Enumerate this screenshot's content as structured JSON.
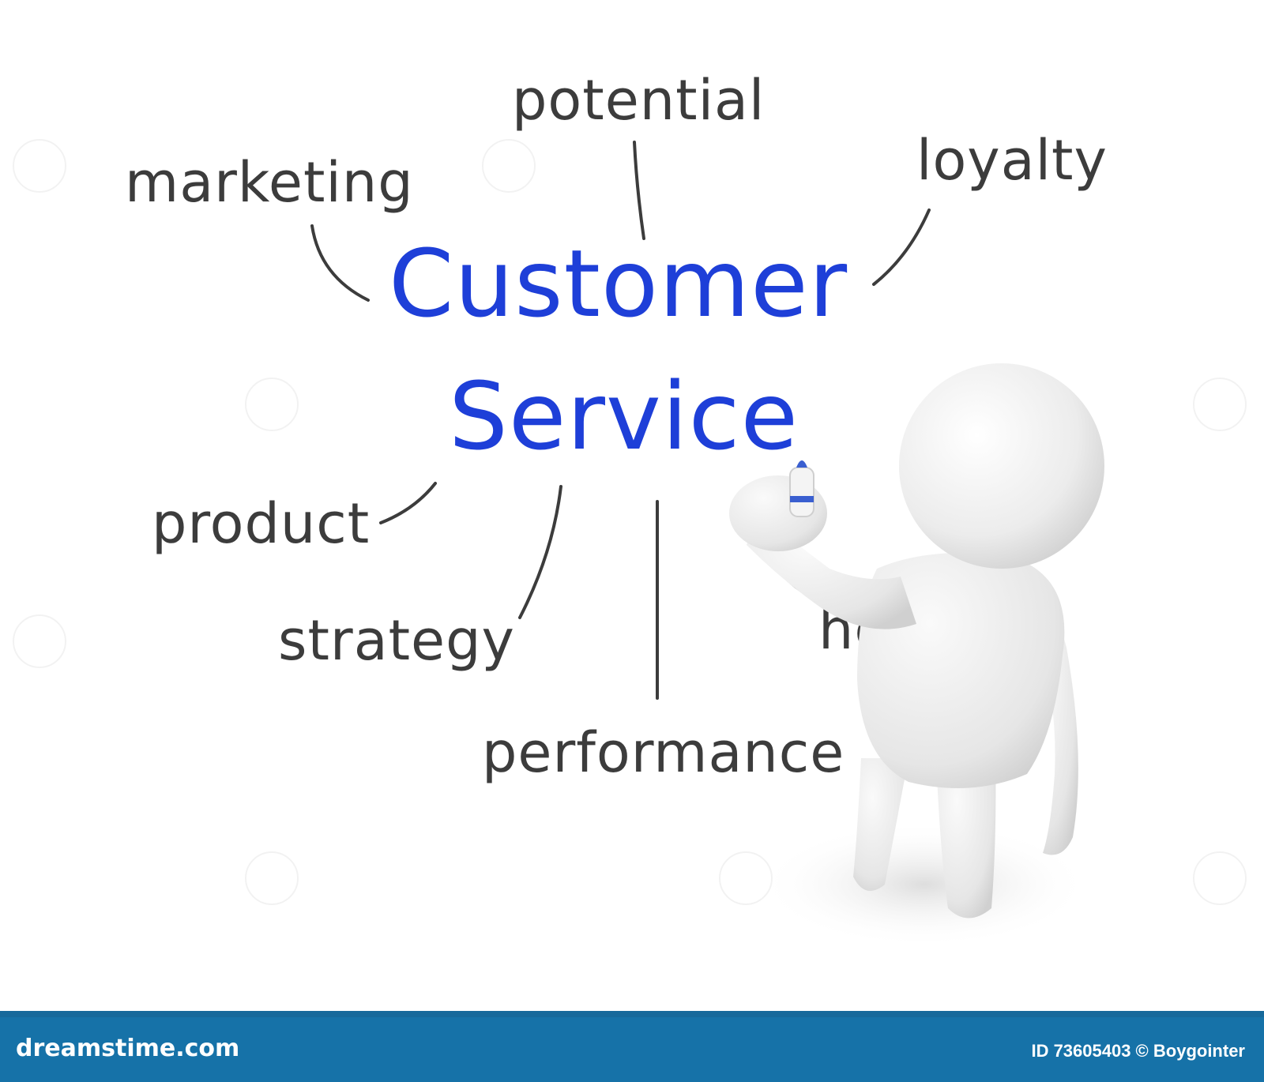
{
  "diagram": {
    "title_line1": "Customer",
    "title_line2": "Service",
    "terms": {
      "potential": "potential",
      "marketing": "marketing",
      "loyalty": "loyalty",
      "product": "product",
      "strategy": "strategy",
      "help": "help",
      "performance": "performance"
    }
  },
  "colors": {
    "title": "#1e3fd8",
    "terms": "#3c3c3c",
    "footer": "#1672a8"
  },
  "footer": {
    "logo": "dreamstime.com",
    "credit": "ID 73605403 © Boygointer"
  }
}
